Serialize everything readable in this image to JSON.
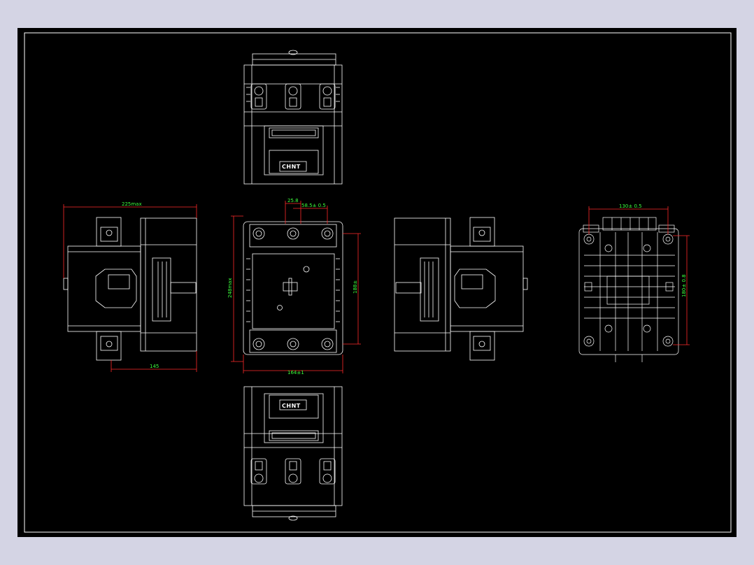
{
  "drawing": {
    "brand_logo": "CHNT",
    "colors": {
      "background": "#000000",
      "outer": "#d4d4e4",
      "line": "#ffffff",
      "dimension_line": "#ff2a2a",
      "dimension_text": "#3cff3c"
    }
  },
  "dimensions": {
    "side_overall_width": "225max",
    "side_depth": "145",
    "front_overall_height": "248max",
    "front_mounting_height": "188±",
    "front_overall_width": "164±1",
    "front_pole_pitch": "25.8",
    "front_terminal_spacing": "58.5± 0.5",
    "back_mounting_width": "130± 0.5",
    "back_mounting_height": "180± 0.8"
  }
}
